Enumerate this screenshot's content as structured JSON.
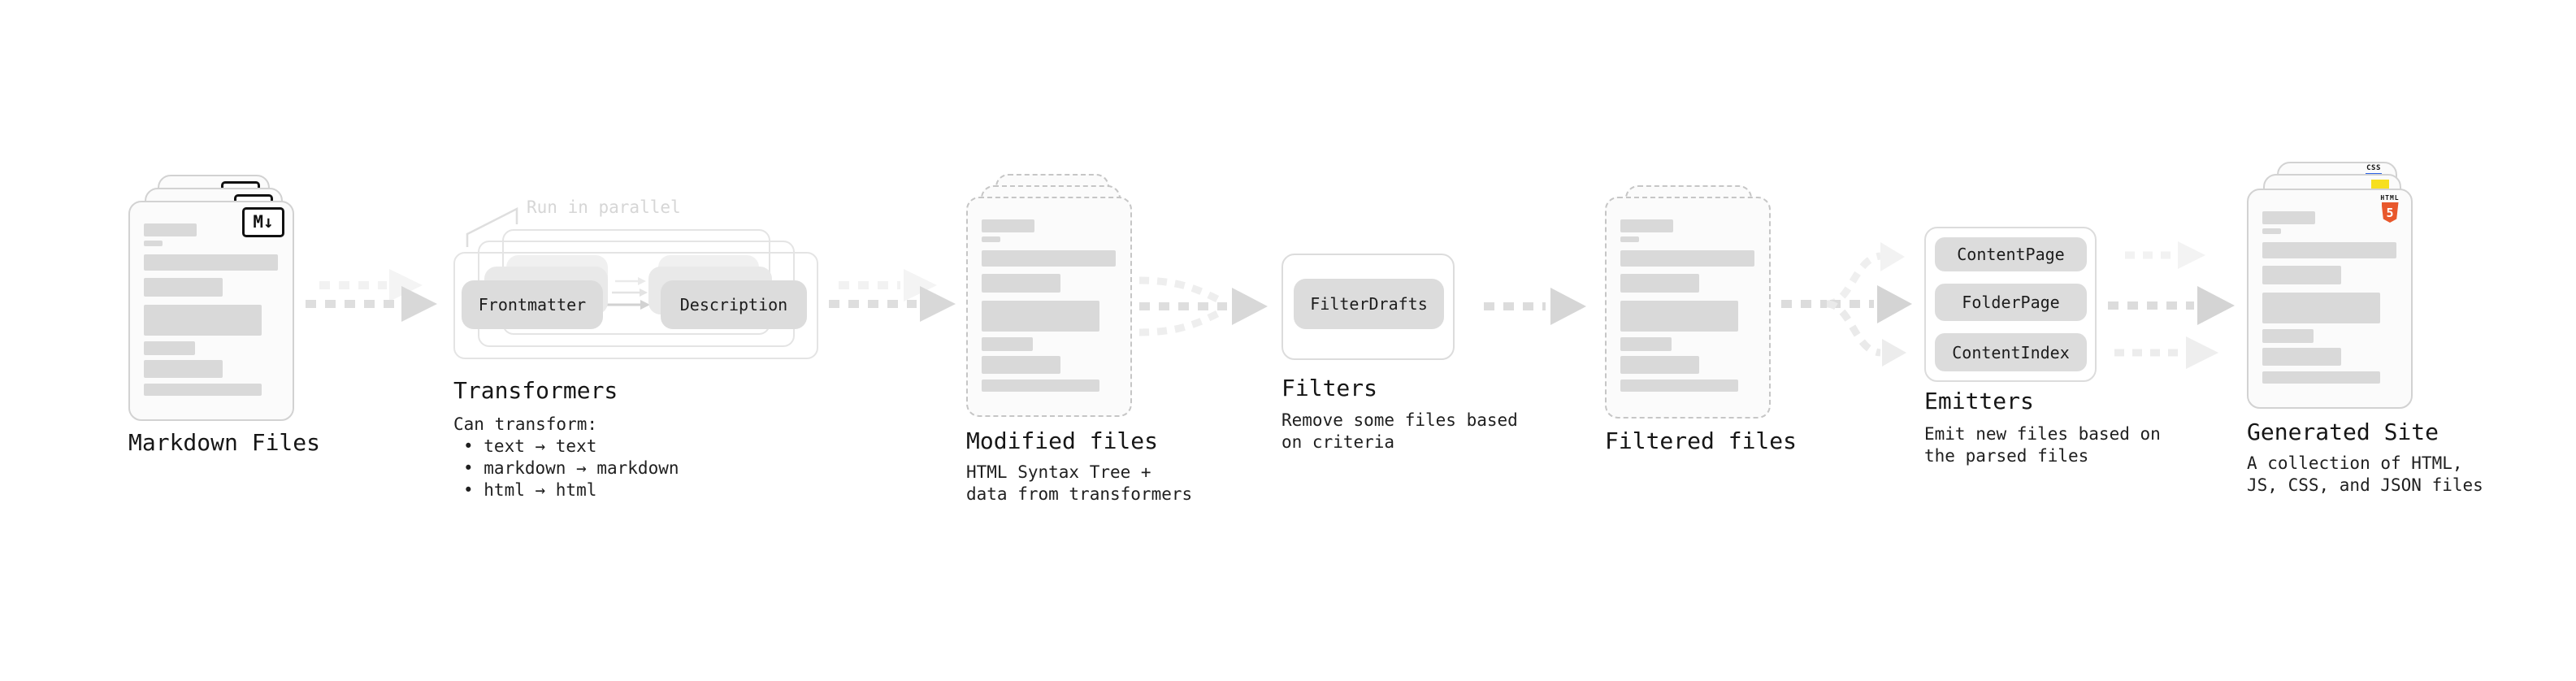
{
  "diagram": {
    "markdown": {
      "label": "Markdown Files",
      "badge": "M↓"
    },
    "transformers": {
      "annotation": "Run in parallel",
      "pill_left": "Frontmatter",
      "pill_right": "Description",
      "title": "Transformers",
      "note": "Can transform:",
      "bullets": [
        "• text → text",
        "• markdown → markdown",
        "• html → html"
      ]
    },
    "modified": {
      "label": "Modified files",
      "description": "HTML Syntax Tree +\ndata from transformers"
    },
    "filters": {
      "title": "Filters",
      "pill": "FilterDrafts",
      "description": "Remove some files based\non criteria"
    },
    "filtered": {
      "label": "Filtered files"
    },
    "emitters": {
      "title": "Emitters",
      "pills": [
        "ContentPage",
        "FolderPage",
        "ContentIndex"
      ],
      "description": "Emit new files based on\nthe parsed files"
    },
    "generated": {
      "label": "Generated Site",
      "description": "A collection of HTML,\nJS, CSS, and JSON files",
      "badges": {
        "css_label": "CSS",
        "html_label": "HTML",
        "html_number": "5"
      }
    }
  },
  "colors": {
    "text": "#1a1a1a",
    "card_bg": "#fbfbfb",
    "card_border": "#d2d2d2",
    "dashed_border": "#c6c6c6",
    "bar": "#d9d9d9",
    "pill_bg": "#dcdcdc",
    "frame_border": "#e4e4e4",
    "arrow": "#dcdcdc",
    "arrow_ghost": "#f2f2f2",
    "annotation": "#d6d6d6",
    "html5_orange": "#e8582c",
    "js_yellow": "#f7df1e",
    "css_blue": "#2d62e6",
    "badge_ink": "#111111"
  }
}
